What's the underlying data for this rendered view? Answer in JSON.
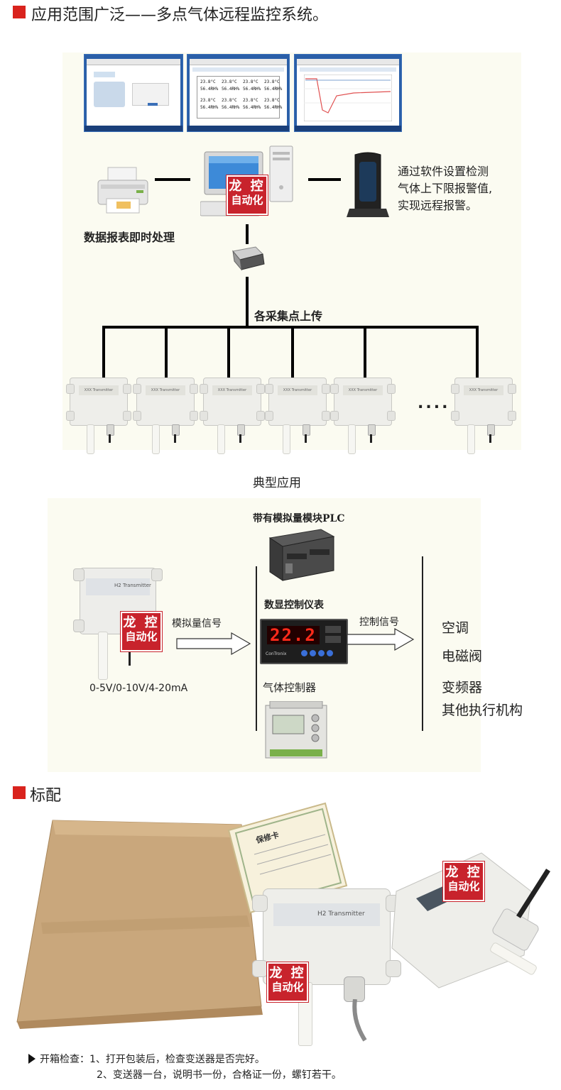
{
  "sections": {
    "application_title": "应用范围广泛——多点气体远程监控系统。",
    "standard_title": "标配"
  },
  "top_diagram": {
    "screens": {
      "table_readings": [
        "23.8°C",
        "23.8°C",
        "23.8°C",
        "23.8°C",
        "56.4RH%",
        "56.4RH%",
        "56.4RH%",
        "56.4RH%"
      ]
    },
    "alarm_text_lines": [
      "通过软件设置检测",
      "气体上下限报警值,",
      "实现远程报警。"
    ],
    "report_label": "数据报表即时处理",
    "upload_label": "各采集点上传",
    "dots": "....",
    "transmitter_label": "XXX Transmitter"
  },
  "typical": {
    "title": "典型应用",
    "plc_label": "带有模拟量模块PLC",
    "meter_label": "数显控制仪表",
    "meter_display": "22.2",
    "meter_brand": "ConTronix",
    "gas_controller_label": "气体控制器",
    "analog_signal_label": "模拟量信号",
    "control_signal_label": "控制信号",
    "output_range": "0-5V/0-10V/4-20mA",
    "device_label": "H2 Transmitter",
    "actuators": [
      "空调",
      "电磁阀",
      "变频器",
      "其他执行机构"
    ]
  },
  "watermark": {
    "line1": "龙 控",
    "line2": "自动化"
  },
  "package": {
    "card_title": "保修卡",
    "device_label": "H2 Transmitter",
    "check_lines": [
      "开箱检查：1、打开包装后，检查变送器是否完好。",
      "2、变送器一台，说明书一份，合格证一份，螺钉若干。"
    ]
  },
  "colors": {
    "accent": "#d9231d",
    "panel": "#fbfbf1",
    "watermark": "#c8232c",
    "meter_digits": "#ff2a1a"
  }
}
